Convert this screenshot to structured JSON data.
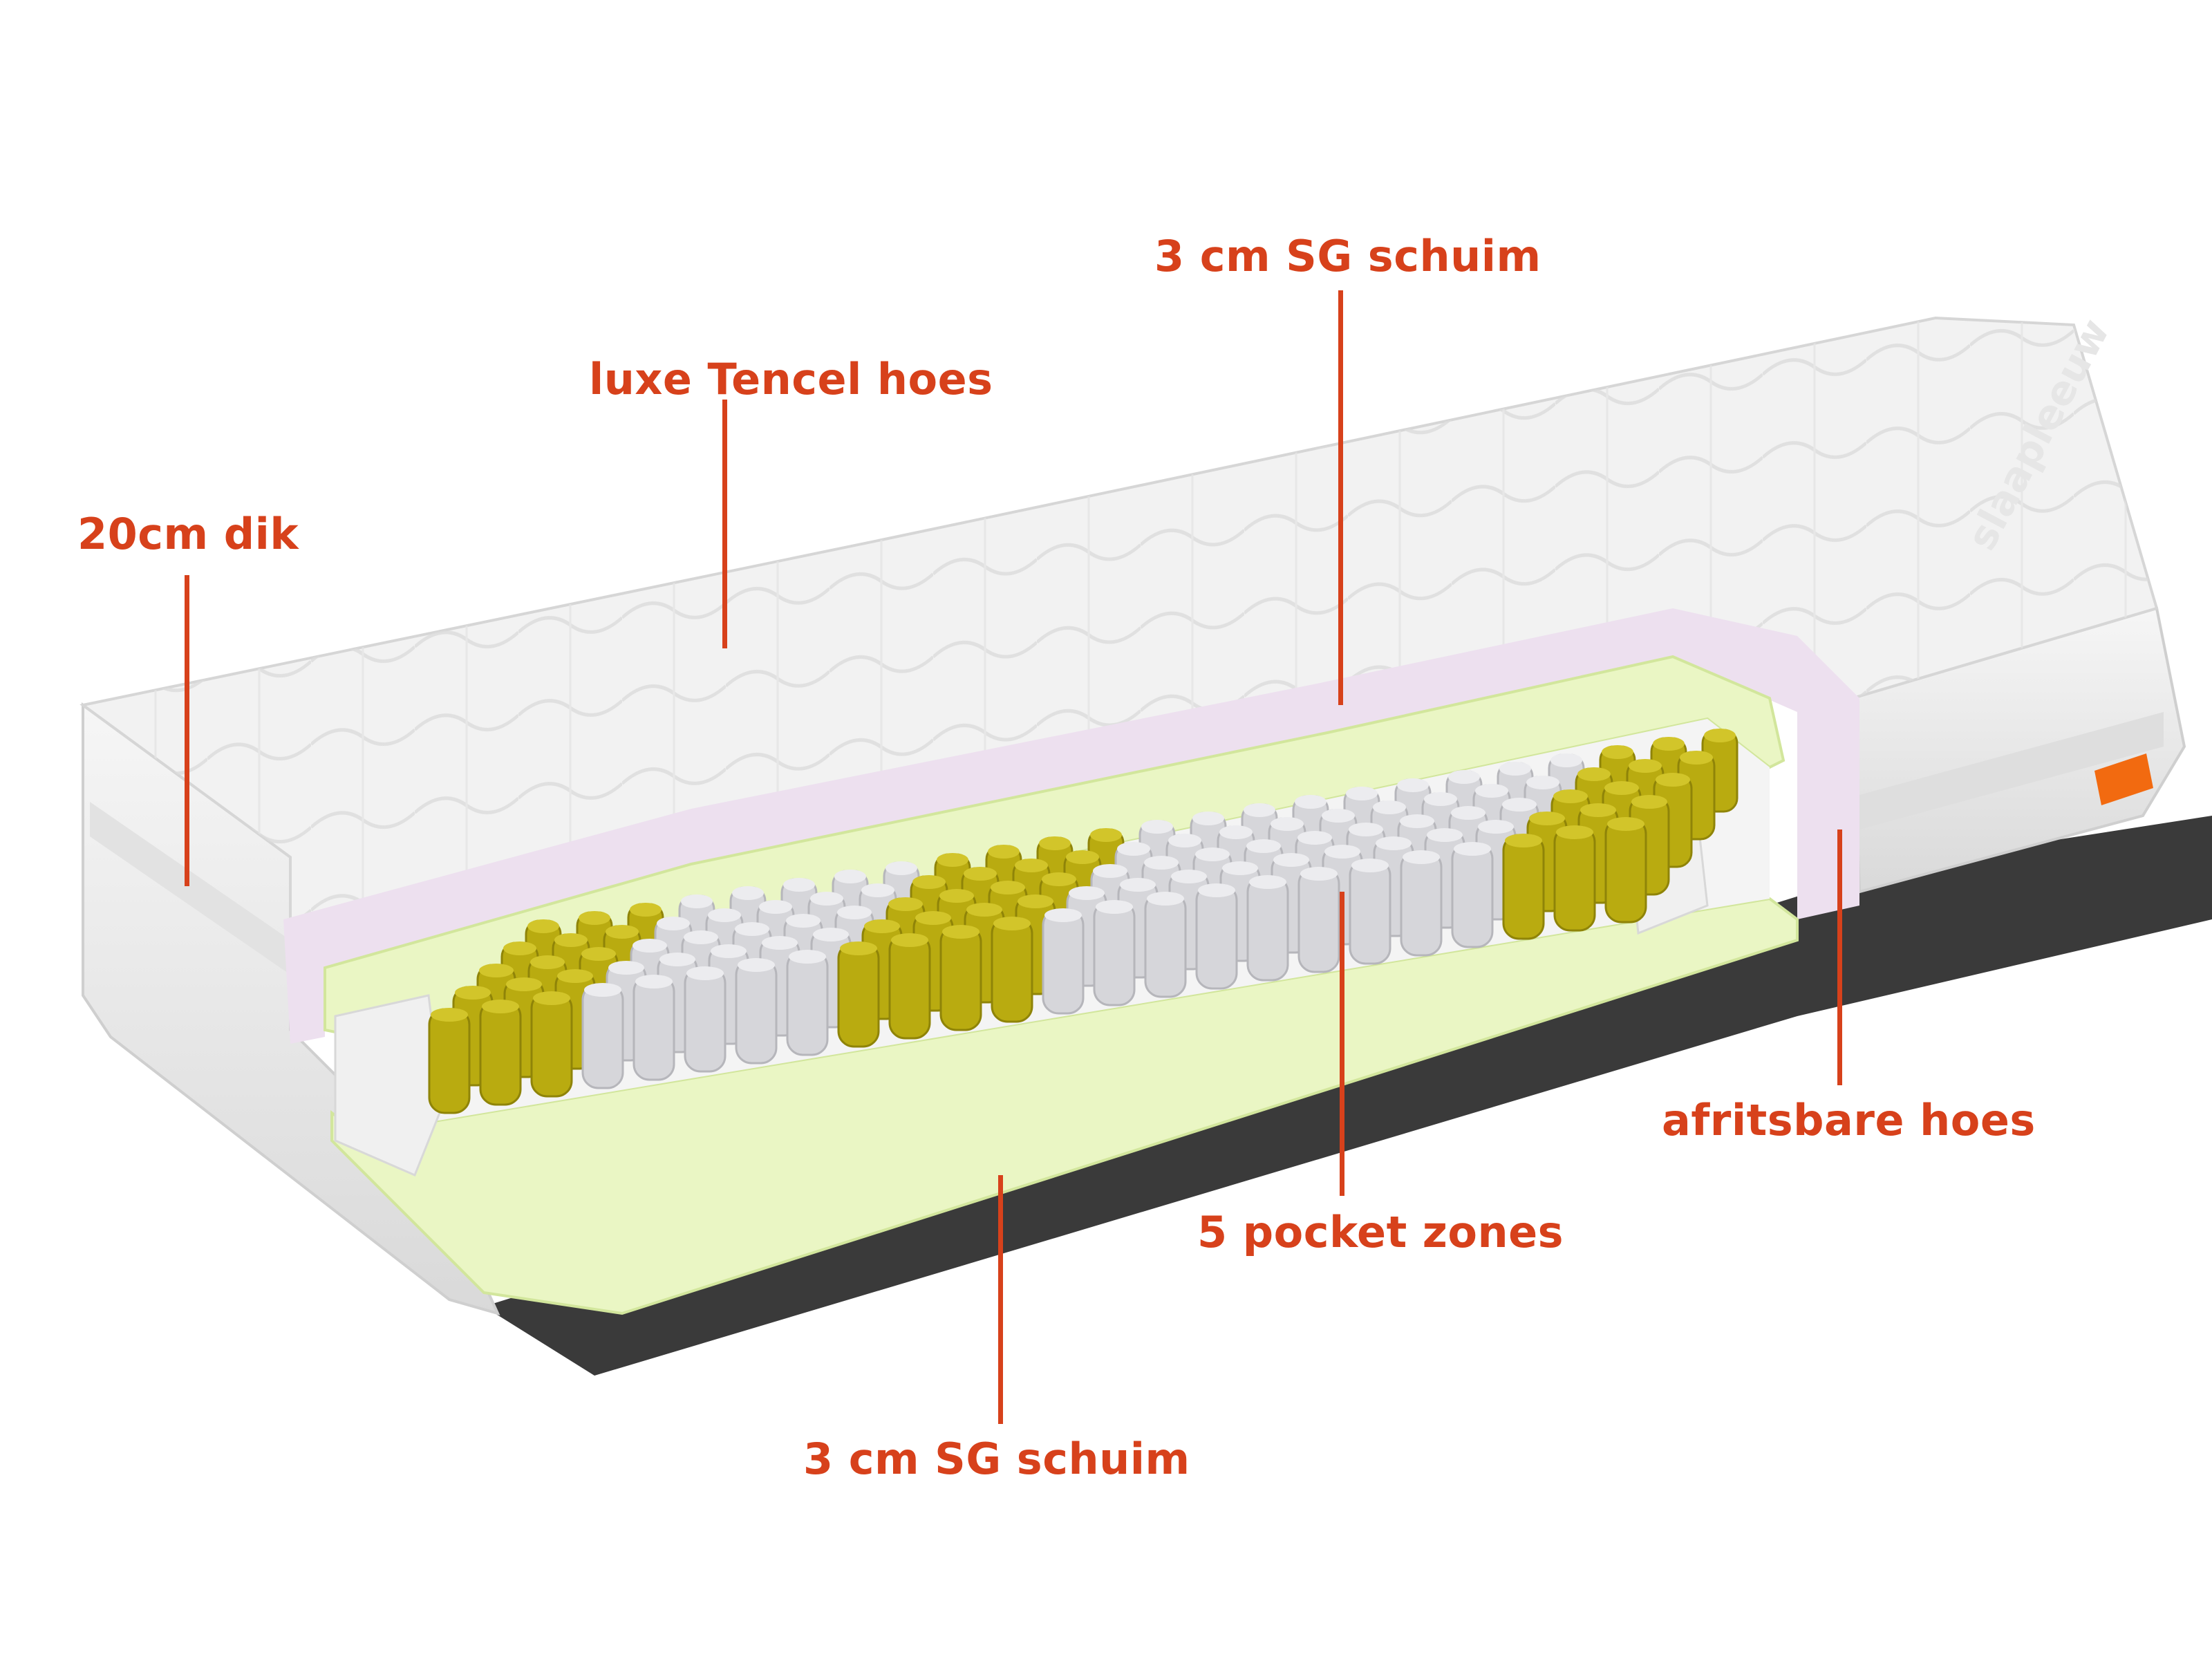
{
  "labels": {
    "thickness": "20cm dik",
    "cover": "luxe Tencel hoes",
    "top_foam": "3 cm SG schuim",
    "removable_cover": "afritsbare hoes",
    "pocket_zones": "5 pocket zones",
    "bottom_foam": "3 cm SG schuim"
  },
  "brand_mark": "slaapleeuw",
  "colors": {
    "accent": "#d7411b",
    "cover": "#f2f2f2",
    "cover_shade": "#dedede",
    "tencel_layer": "#ede0ef",
    "foam": "#eaf6c4",
    "foam_edge": "#d2e69c",
    "spring_grey": "#d6d6da",
    "spring_yellow": "#b9ab10",
    "shadow": "#3a3a3a",
    "tag": "#f26a10"
  },
  "icons": {
    "mattress": "mattress-cutaway-illustration"
  }
}
